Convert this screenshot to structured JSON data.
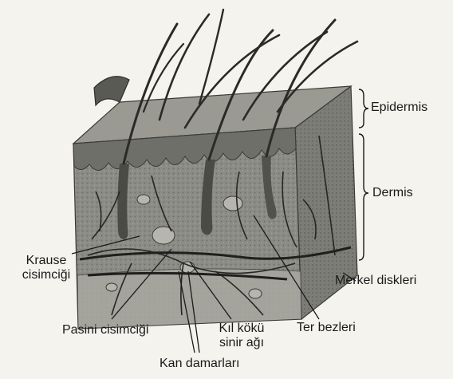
{
  "layers": {
    "epidermis": "Epidermis",
    "dermis": "Dermis"
  },
  "labels": {
    "krause_line1": "Krause",
    "krause_line2": "cisimciği",
    "merkel": "Merkel diskleri",
    "pasini": "Pasini cisimciği",
    "kil_koku_line1": "Kıl kökü",
    "kil_koku_line2": "sinir ağı",
    "ter": "Ter bezleri",
    "kan": "Kan damarları"
  },
  "colors": {
    "background": "#f4f3ee",
    "ink": "#1a1a1a"
  }
}
